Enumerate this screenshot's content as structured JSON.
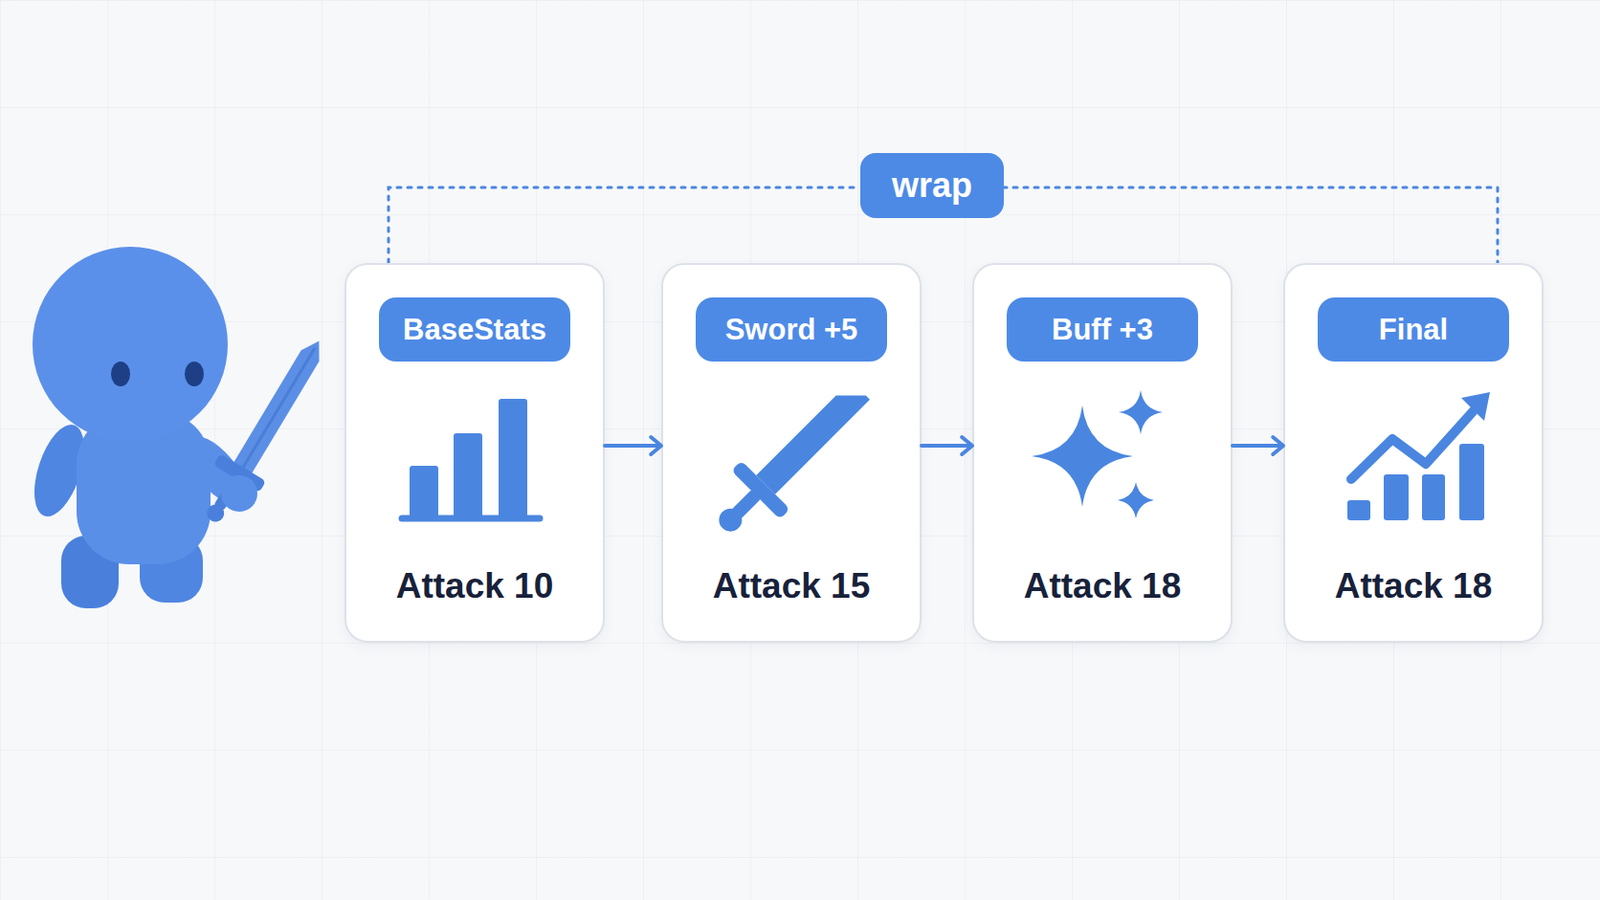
{
  "diagram": {
    "nodes": [
      {
        "text": [
          "wrap"
        ]
      },
      {
        "text": [
          "BaseStats",
          "Attack 10"
        ]
      },
      {
        "text": [
          "Sword +5",
          "Attack 15"
        ]
      },
      {
        "text": [
          "Buff +3",
          "Attack 18"
        ]
      },
      {
        "text": [
          "Final",
          "Attack 18"
        ]
      }
    ],
    "edges": [
      {
        "from": 1,
        "to": 2,
        "arrow": "to"
      },
      {
        "from": 2,
        "to": 3,
        "arrow": "to"
      },
      {
        "from": 3,
        "to": 4,
        "arrow": "to"
      }
    ]
  }
}
